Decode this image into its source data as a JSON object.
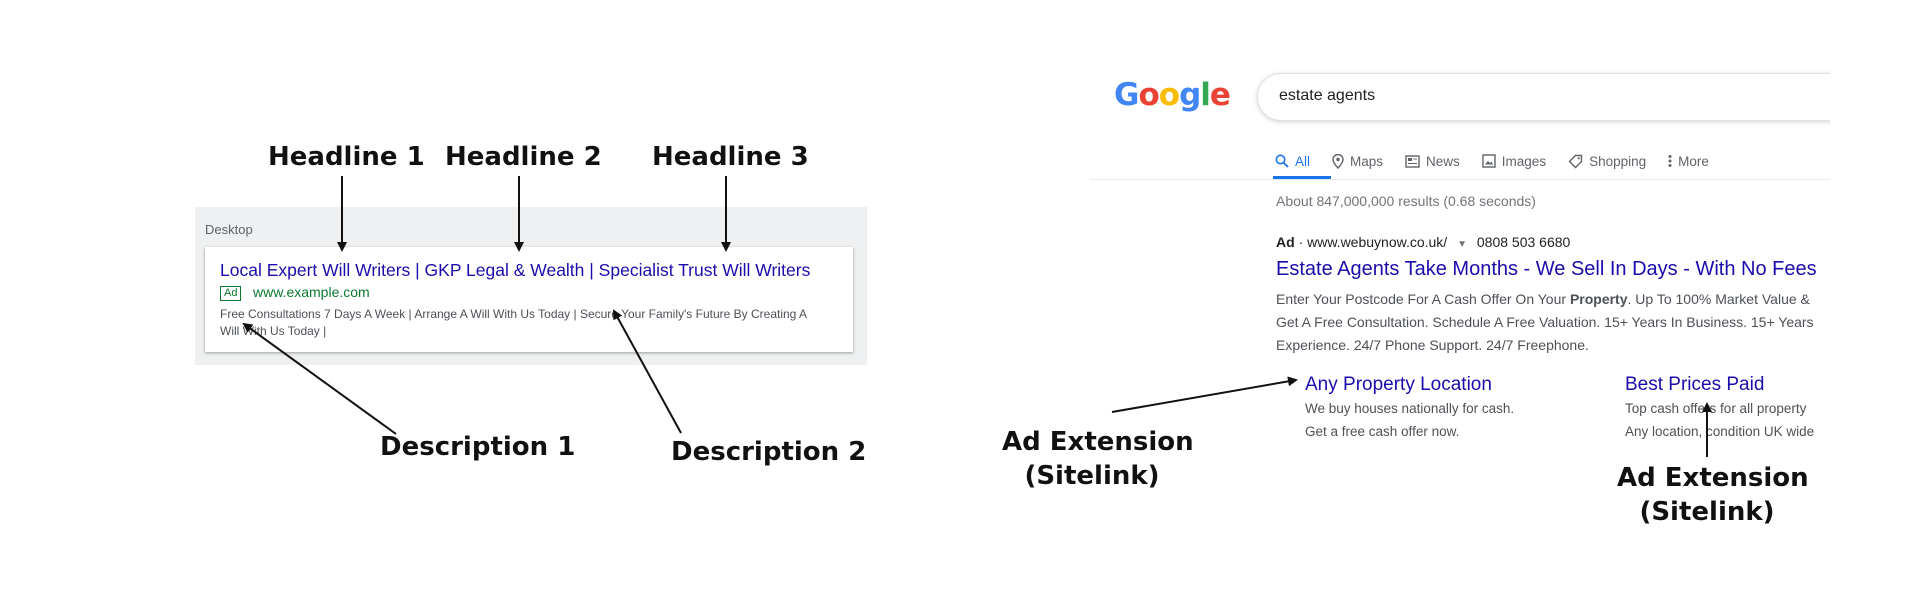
{
  "callouts": {
    "headline1": "Headline 1",
    "headline2": "Headline 2",
    "headline3": "Headline 3",
    "description1": "Description 1",
    "description2": "Description 2",
    "ad_extension_left_line1": "Ad Extension",
    "ad_extension_left_line2": "(Sitelink)",
    "ad_extension_right_line1": "Ad Extension",
    "ad_extension_right_line2": "(Sitelink)"
  },
  "desktop_preview": {
    "label": "Desktop",
    "headline": "Local Expert Will Writers | GKP Legal & Wealth | Specialist Trust Will Writers",
    "ad_badge": "Ad",
    "url": "www.example.com",
    "description": "Free Consultations 7 Days A Week | Arrange A Will With Us Today | Secure Your Family's Future By Creating A Will With Us Today |"
  },
  "serp": {
    "logo_letters": [
      {
        "char": "G",
        "color": "#4285F4"
      },
      {
        "char": "o",
        "color": "#EA4335"
      },
      {
        "char": "o",
        "color": "#FBBC05"
      },
      {
        "char": "g",
        "color": "#4285F4"
      },
      {
        "char": "l",
        "color": "#34A853"
      },
      {
        "char": "e",
        "color": "#EA4335"
      }
    ],
    "search_query": "estate agents",
    "tabs": [
      "All",
      "Maps",
      "News",
      "Images",
      "Shopping",
      "More"
    ],
    "active_tab": "All",
    "results_stats": "About 847,000,000 results (0.68 seconds)",
    "ad": {
      "badge": "Ad",
      "url": "www.webuynow.co.uk/",
      "phone": "0808 503 6680",
      "headline": "Estate Agents Take Months - We Sell In Days - With No Fees",
      "desc_line1_a": "Enter Your Postcode For A Cash Offer On Your ",
      "desc_line1_bold": "Property",
      "desc_line1_b": ". Up To 100% Market Value & ",
      "desc_line2": "Get A Free Consultation. Schedule A Free Valuation. 15+ Years In Business. 15+ Years",
      "desc_line3": "Experience. 24/7 Phone Support. 24/7 Freephone."
    },
    "sitelinks": [
      {
        "title": "Any Property Location",
        "line1": "We buy houses nationally for cash.",
        "line2": "Get a free cash offer now."
      },
      {
        "title": "Best Prices Paid",
        "line1": "Top cash offers for all property",
        "line2": "Any location, condition UK wide"
      }
    ]
  }
}
